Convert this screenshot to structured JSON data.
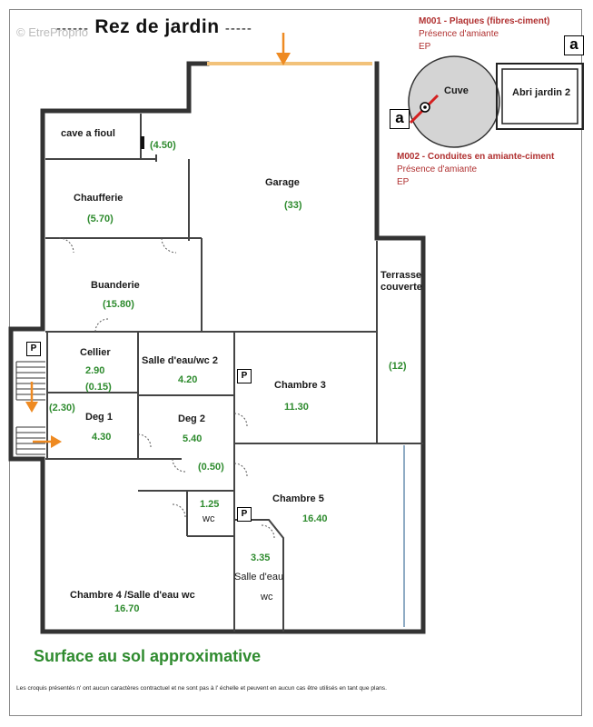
{
  "header": {
    "watermark": "© EtreProprio",
    "dashes_left": "------",
    "title": "Rez de jardin",
    "dashes_right": "-----"
  },
  "legend": {
    "m001": {
      "code": "M001 - Plaques (fibres-ciment)",
      "status": "Présence d'amiante",
      "ep": "EP"
    },
    "m002": {
      "code": "M002 - Conduites en amiante-ciment",
      "status": "Présence d'amiante",
      "ep": "EP"
    },
    "marker_letter": "a"
  },
  "outbuildings": {
    "cuve": "Cuve",
    "abri": "Abri jardin 2"
  },
  "rooms": {
    "cave_fioul": {
      "name": "cave a fioul",
      "area": "(4.50)"
    },
    "chaufferie": {
      "name": "Chaufferie",
      "area": "(5.70)"
    },
    "garage": {
      "name": "Garage",
      "area": "(33)"
    },
    "buanderie": {
      "name": "Buanderie",
      "area": "(15.80)"
    },
    "terrasse": {
      "name_line1": "Terrasse",
      "name_line2": "couverte",
      "area": "(12)"
    },
    "cellier": {
      "name": "Cellier",
      "area": "2.90",
      "area2": "(0.15)"
    },
    "salle_eau_wc2": {
      "name": "Salle d'eau/wc 2",
      "area": "4.20"
    },
    "chambre3": {
      "name": "Chambre 3",
      "area": "11.30"
    },
    "stairs_area": "(2.30)",
    "deg1": {
      "name": "Deg 1",
      "area": "4.30"
    },
    "deg2": {
      "name": "Deg 2",
      "area": "5.40"
    },
    "deg2_extra": "(0.50)",
    "wc": {
      "area": "1.25",
      "name": "wc"
    },
    "chambre5": {
      "name": "Chambre 5",
      "area": "16.40"
    },
    "salle_eau": {
      "area": "3.35",
      "name": "Salle d'eau",
      "name2": "wc"
    },
    "chambre4": {
      "name": "Chambre 4 /Salle d'eau wc",
      "area": "16.70"
    },
    "p_label": "P"
  },
  "footer": {
    "surface": "Surface au sol approximative",
    "disclaimer": "Les croquis présentés n' ont aucun caractères contractuel et ne sont pas à l' échelle et peuvent en aucun cas être utilisés en tant que plans."
  },
  "colors": {
    "area_green": "#2e8b2e",
    "asbestos_red": "#b03030",
    "arrow_orange": "#ee8a22"
  }
}
